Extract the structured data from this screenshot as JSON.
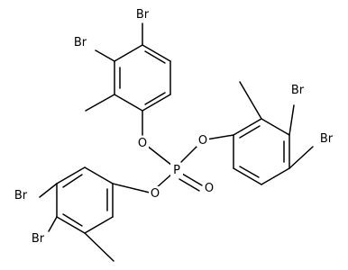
{
  "molecule": {
    "atoms": {
      "br_top_ring_1": "Br",
      "br_top_ring_2": "Br",
      "br_right_ring_1": "Br",
      "br_right_ring_2": "Br",
      "br_bottom_ring_1": "Br",
      "br_bottom_ring_2": "Br",
      "o_top": "O",
      "o_right": "O",
      "o_left": "O",
      "o_double": "O",
      "phosphorus": "P"
    },
    "colors": {
      "bond": "#000000",
      "label": "#000000",
      "background": "#ffffff"
    }
  }
}
